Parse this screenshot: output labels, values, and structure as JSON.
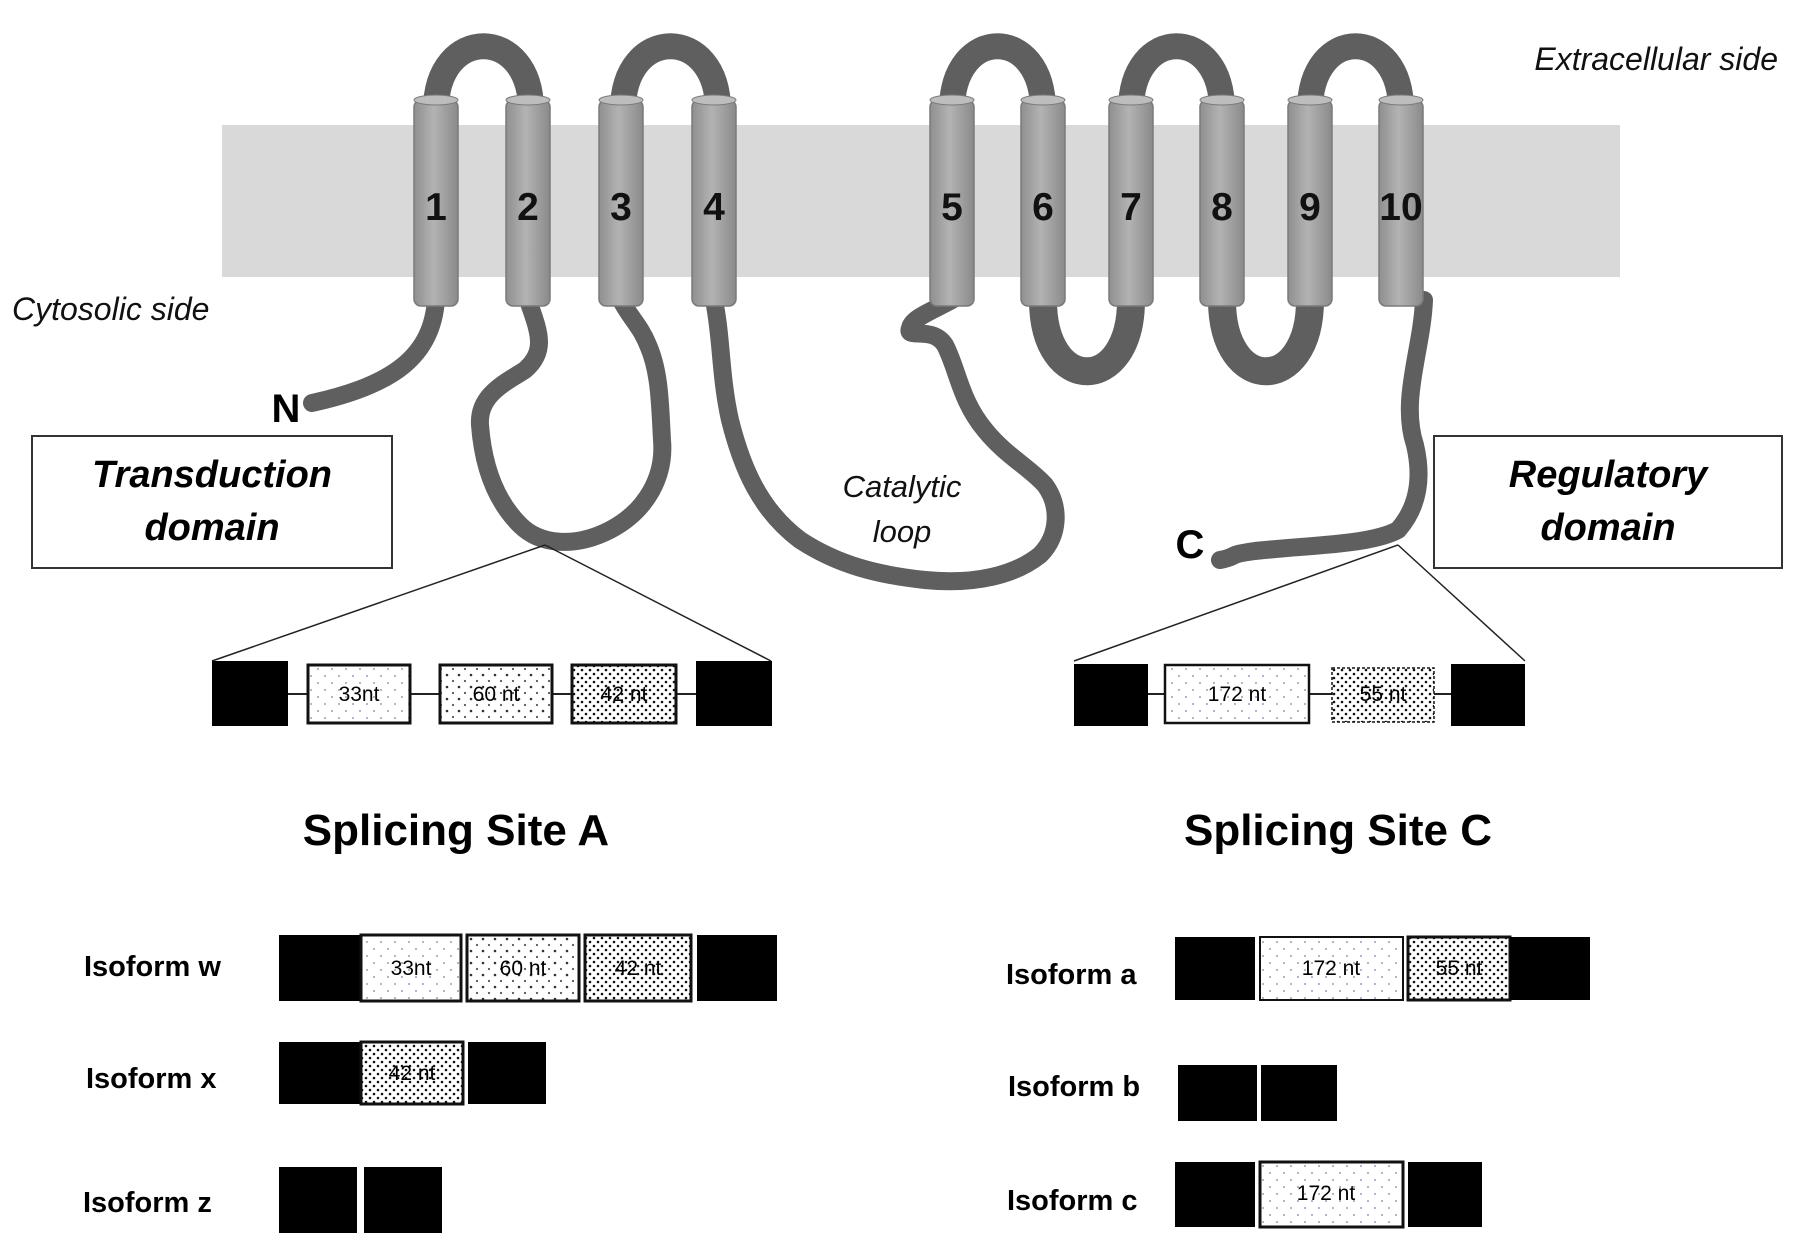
{
  "labels": {
    "extracellular": "Extracellular side",
    "cytosolic": "Cytosolic side",
    "n_terminus": "N",
    "c_terminus": "C",
    "catalytic_line1": "Catalytic",
    "catalytic_line2": "loop"
  },
  "domains": {
    "transduction_line1": "Transduction",
    "transduction_line2": "domain",
    "regulatory_line1": "Regulatory",
    "regulatory_line2": "domain"
  },
  "helices": [
    "1",
    "2",
    "3",
    "4",
    "5",
    "6",
    "7",
    "8",
    "9",
    "10"
  ],
  "site_a": {
    "title": "Splicing Site A",
    "exons": [
      "33nt",
      "60 nt",
      "42 nt"
    ],
    "isoforms": [
      {
        "label": "Isoform w",
        "exons": [
          "33nt",
          "60 nt",
          "42 nt"
        ]
      },
      {
        "label": "Isoform x",
        "exons": [
          "42 nt"
        ]
      },
      {
        "label": "Isoform z",
        "exons": []
      }
    ]
  },
  "site_c": {
    "title": "Splicing Site C",
    "exons": [
      "172 nt",
      "55 nt"
    ],
    "isoforms": [
      {
        "label": "Isoform a",
        "exons": [
          "172 nt",
          "55 nt"
        ]
      },
      {
        "label": "Isoform b",
        "exons": []
      },
      {
        "label": "Isoform c",
        "exons": [
          "172 nt"
        ]
      }
    ]
  },
  "colors": {
    "membrane": "#d9d9d9",
    "helix": "#a6a6a6",
    "chain": "#5f5f5f",
    "constitutive_exon": "#000000"
  }
}
